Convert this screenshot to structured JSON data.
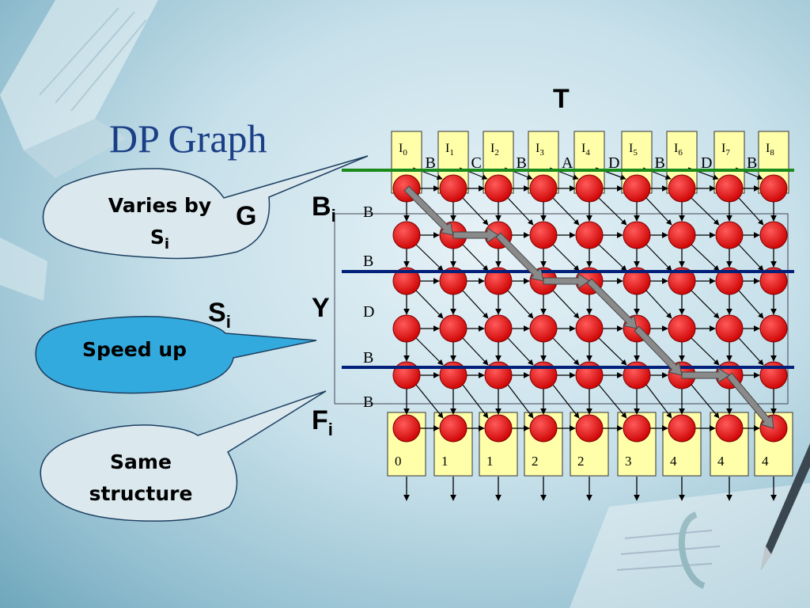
{
  "slide": {
    "title": "DP Graph",
    "label_t": "T",
    "label_g": "G",
    "label_b": "B",
    "label_b_sub": "i",
    "label_y": "Y",
    "label_s": "S",
    "label_s_sub": "i",
    "label_f": "F",
    "label_f_sub": "i"
  },
  "callouts": {
    "varies_line1": "Varies by",
    "varies_line2": "S",
    "varies_sub": "i",
    "speed_up": "Speed up",
    "same_line1": "Same",
    "same_line2": "structure"
  },
  "diagram": {
    "top_prefix": "I",
    "top_indices": [
      "0",
      "1",
      "2",
      "3",
      "4",
      "5",
      "6",
      "7",
      "8"
    ],
    "top_letters": [
      "B",
      "C",
      "B",
      "A",
      "D",
      "B",
      "D",
      "B"
    ],
    "side_letters": [
      "B",
      "B",
      "D",
      "B",
      "B"
    ],
    "bottom_values": [
      "0",
      "1",
      "1",
      "2",
      "2",
      "3",
      "4",
      "4",
      "4"
    ]
  },
  "colors": {
    "title": "#1b3f86",
    "node": "#cc0000",
    "box_fill": "#ffffaa",
    "green_line": "#1a8a1a",
    "blue_line": "#00207a",
    "arrow_fill": "#8a8a8a",
    "speed_up_bubble": "#33aadd"
  },
  "icons": [
    "book-icon",
    "pen-icon",
    "paper-icon"
  ]
}
